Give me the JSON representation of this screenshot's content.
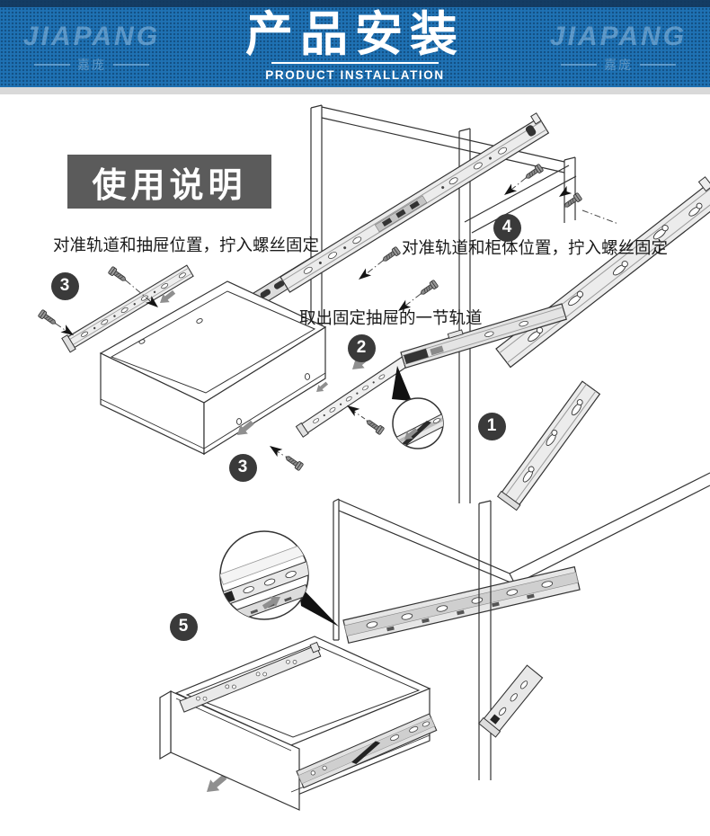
{
  "header": {
    "brand": "JIAPANG",
    "brand_cn": "嘉庞",
    "title": "产品安装",
    "subtitle": "PRODUCT INSTALLATION"
  },
  "instructions": {
    "section_title": "使用说明",
    "steps": [
      {
        "num": "1",
        "label": ""
      },
      {
        "num": "2",
        "label": "取出固定抽屉的一节轨道"
      },
      {
        "num": "3",
        "label": "对准轨道和抽屉位置，拧入螺丝固定"
      },
      {
        "num": "4",
        "label": "对准轨道和柜体位置，拧入螺丝固定"
      },
      {
        "num": "5",
        "label": ""
      }
    ]
  },
  "colors": {
    "banner_blue": "#1f72b4",
    "banner_dot": "#0a345c",
    "banner_top_strip": "#14375c",
    "section_title_bg": "#5b5b5b",
    "badge_bg": "#3a3a3a",
    "line_ink": "#333333",
    "rail_fill": "#ececec",
    "motion_arrow_gray": "#8f8f8f"
  }
}
